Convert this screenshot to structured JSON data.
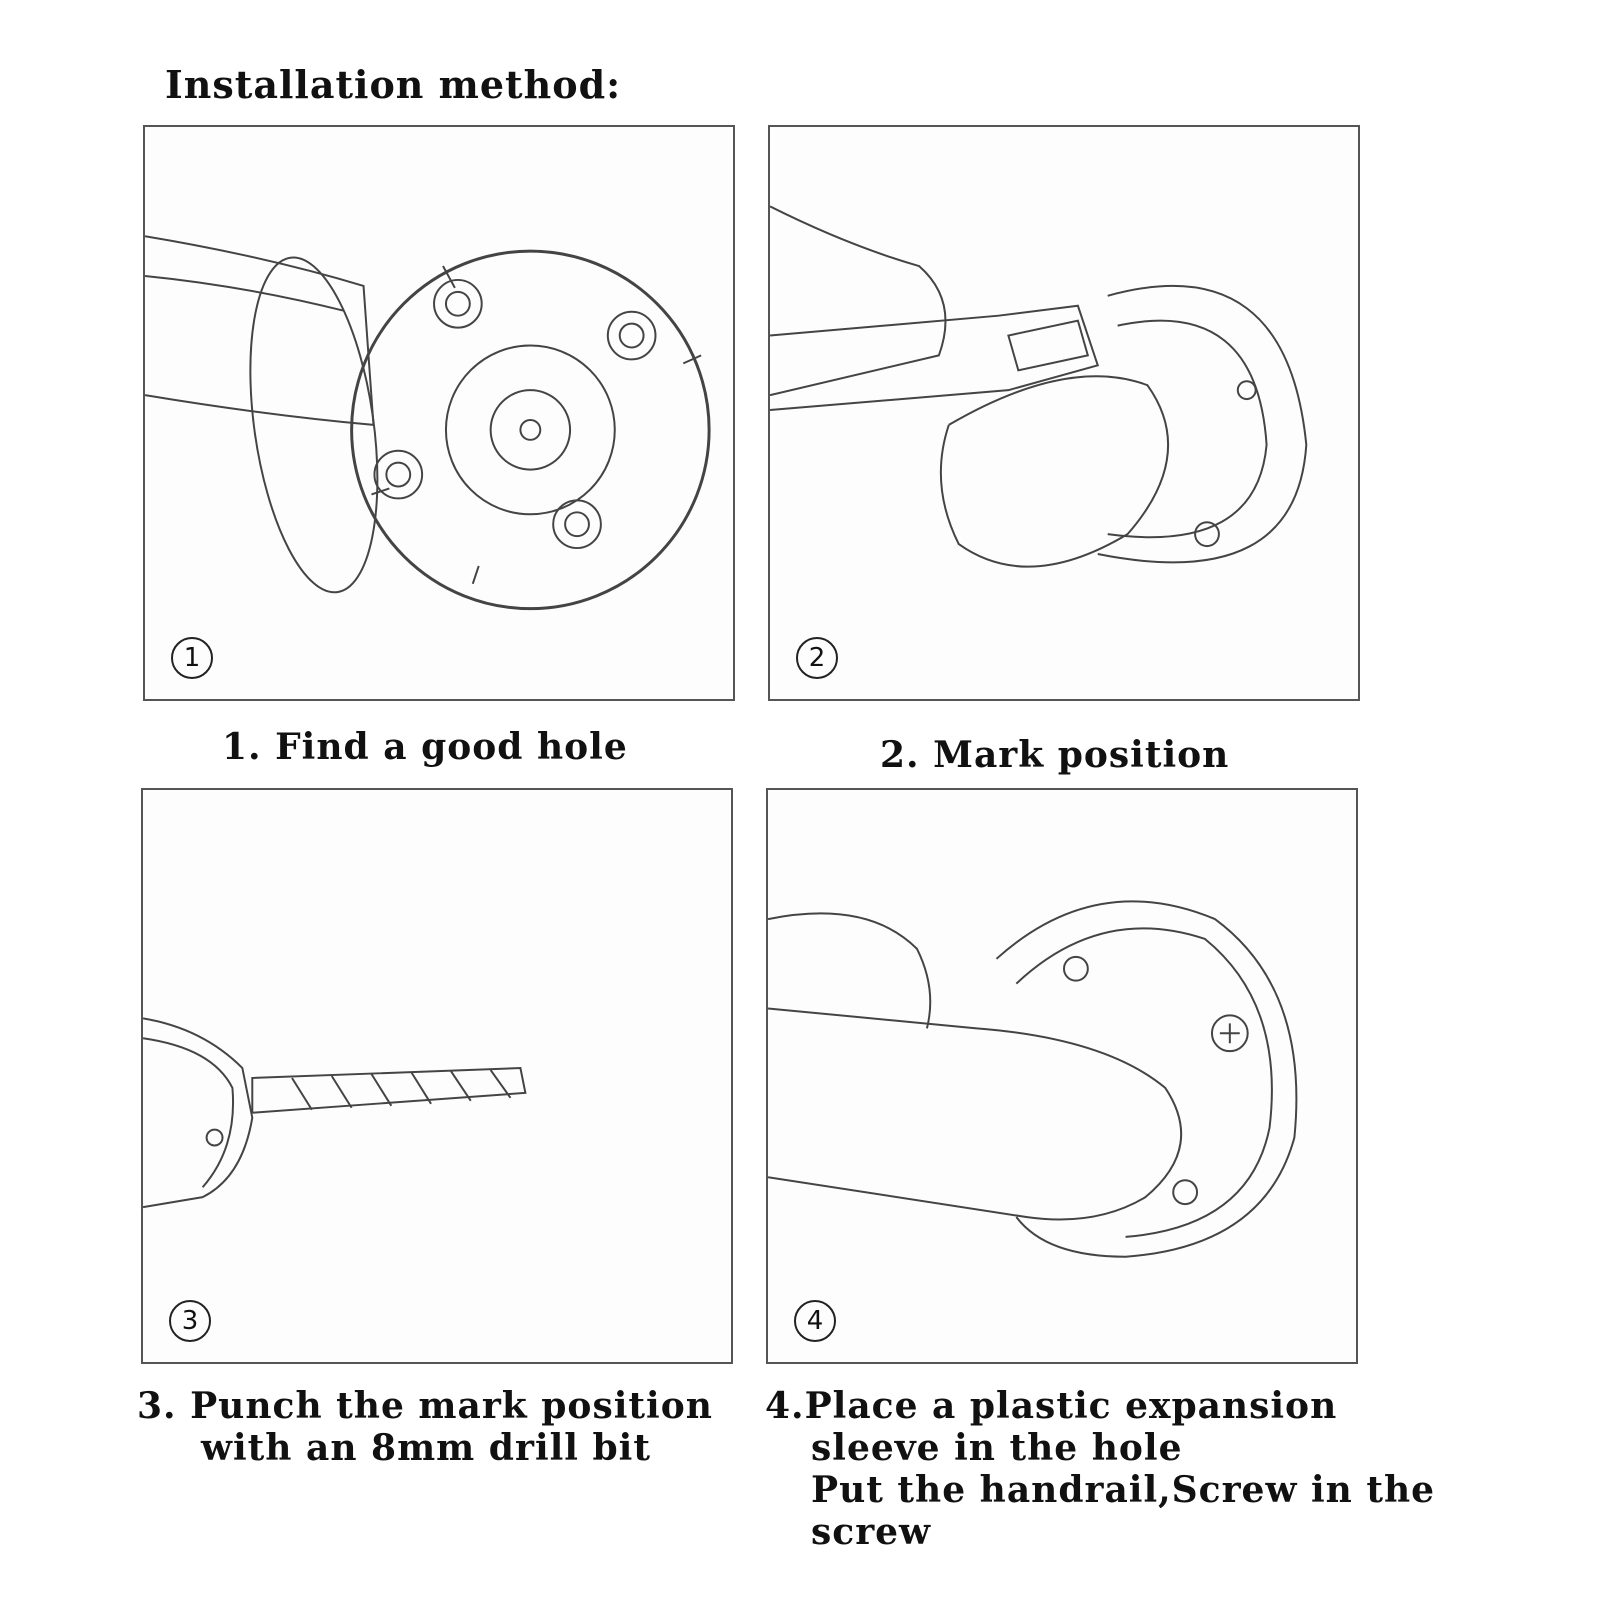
{
  "title": "Installation method:",
  "steps": [
    {
      "number": "1",
      "caption_lines": [
        "1. Find a good hole"
      ]
    },
    {
      "number": "2",
      "caption_lines": [
        "2. Mark position"
      ]
    },
    {
      "number": "3",
      "caption_lines": [
        "3. Punch the mark position",
        "with an 8mm drill bit"
      ]
    },
    {
      "number": "4",
      "caption_lines": [
        "4.Place a plastic expansion",
        "sleeve in the hole",
        "Put the handrail,Screw in the",
        "screw"
      ]
    }
  ]
}
